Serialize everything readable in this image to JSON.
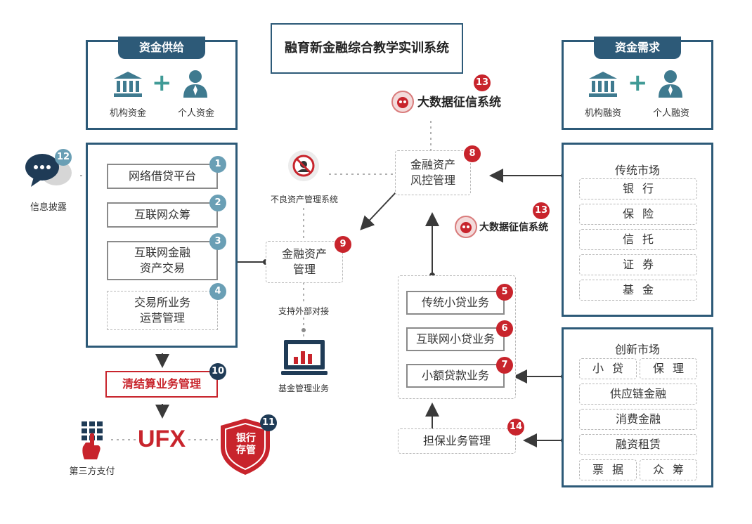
{
  "title": "融育新金融综合教学实训系统",
  "supply": {
    "header": "资金供给",
    "left_label": "机构资金",
    "right_label": "个人资金"
  },
  "demand": {
    "header": "资金需求",
    "left_label": "机构融资",
    "right_label": "个人融资"
  },
  "big_data_top": {
    "label": "大数据征信系统",
    "badge": "13"
  },
  "big_data_mid": {
    "label": "大数据征信系统",
    "badge": "13"
  },
  "bad_asset": {
    "label": "不良资产管理系统"
  },
  "risk_control": {
    "line1": "金融资产",
    "line2": "风控管理",
    "badge": "8"
  },
  "asset_mgmt": {
    "line1": "金融资产",
    "line2": "管理",
    "badge": "9"
  },
  "support_label": "支持外部对接",
  "fund_mgmt_label": "基金管理业务",
  "info_disclosure": {
    "label": "信息披露",
    "badge": "12"
  },
  "supply_items": [
    {
      "label": "网络借贷平台",
      "badge": "1"
    },
    {
      "label": "互联网众筹",
      "badge": "2"
    },
    {
      "line1": "互联网金融",
      "line2": "资产交易",
      "badge": "3"
    },
    {
      "line1": "交易所业务",
      "line2": "运营管理",
      "badge": "4"
    }
  ],
  "clearing": {
    "label": "清结算业务管理",
    "badge": "10"
  },
  "ufx": "UFX",
  "third_party_label": "第三方支付",
  "bank_custody": {
    "line1": "银行",
    "line2": "存管",
    "badge": "11"
  },
  "loan_items": [
    {
      "label": "传统小贷业务",
      "badge": "5"
    },
    {
      "label": "互联网小贷业务",
      "badge": "6"
    },
    {
      "label": "小额贷款业务",
      "badge": "7"
    }
  ],
  "guarantee": {
    "label": "担保业务管理",
    "badge": "14"
  },
  "traditional": {
    "header": "传统市场",
    "items": [
      "银行",
      "保险",
      "信托",
      "证券",
      "基金"
    ]
  },
  "innovative": {
    "header": "创新市场",
    "row1": [
      "小贷",
      "保理"
    ],
    "items": [
      "供应链金融",
      "消费金融",
      "融资租赁"
    ],
    "last_row": [
      "票据",
      "众筹"
    ]
  }
}
